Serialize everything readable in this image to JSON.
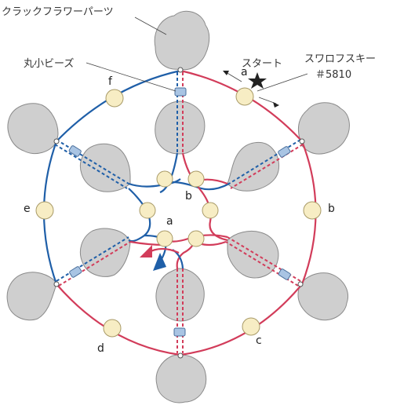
{
  "labels": {
    "clack_flower": "クラックフラワーパーツ",
    "maru_beads": "丸小ビーズ",
    "start": "スタート",
    "swarovski": "スワロフスキー",
    "swarovski_code": "＃5810"
  },
  "pearl_labels": {
    "a_top": "a",
    "a_center": "a",
    "b_right": "b",
    "b_inner": "b",
    "c": "c",
    "d": "d",
    "e": "e",
    "f": "f"
  },
  "colors": {
    "blue_wire": "#1f5fa8",
    "red_wire": "#d23c5a",
    "petal_fill": "#cfcfcf",
    "pearl_fill": "#f7edc4",
    "bead_fill": "#a9c4e3"
  },
  "icons": {
    "start_marker": "star-icon"
  }
}
